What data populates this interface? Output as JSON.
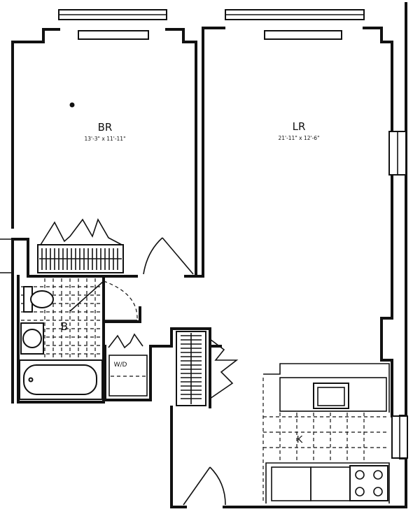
{
  "rooms": {
    "bedroom": {
      "label": "BR",
      "dims": "13'-3\" x 11'-11\""
    },
    "living_room": {
      "label": "LR",
      "dims": "21'-11\" x 12'-6\""
    },
    "bathroom": {
      "label": "B"
    },
    "kitchen": {
      "label": "K"
    },
    "washer_dryer": {
      "label": "W/D"
    }
  }
}
